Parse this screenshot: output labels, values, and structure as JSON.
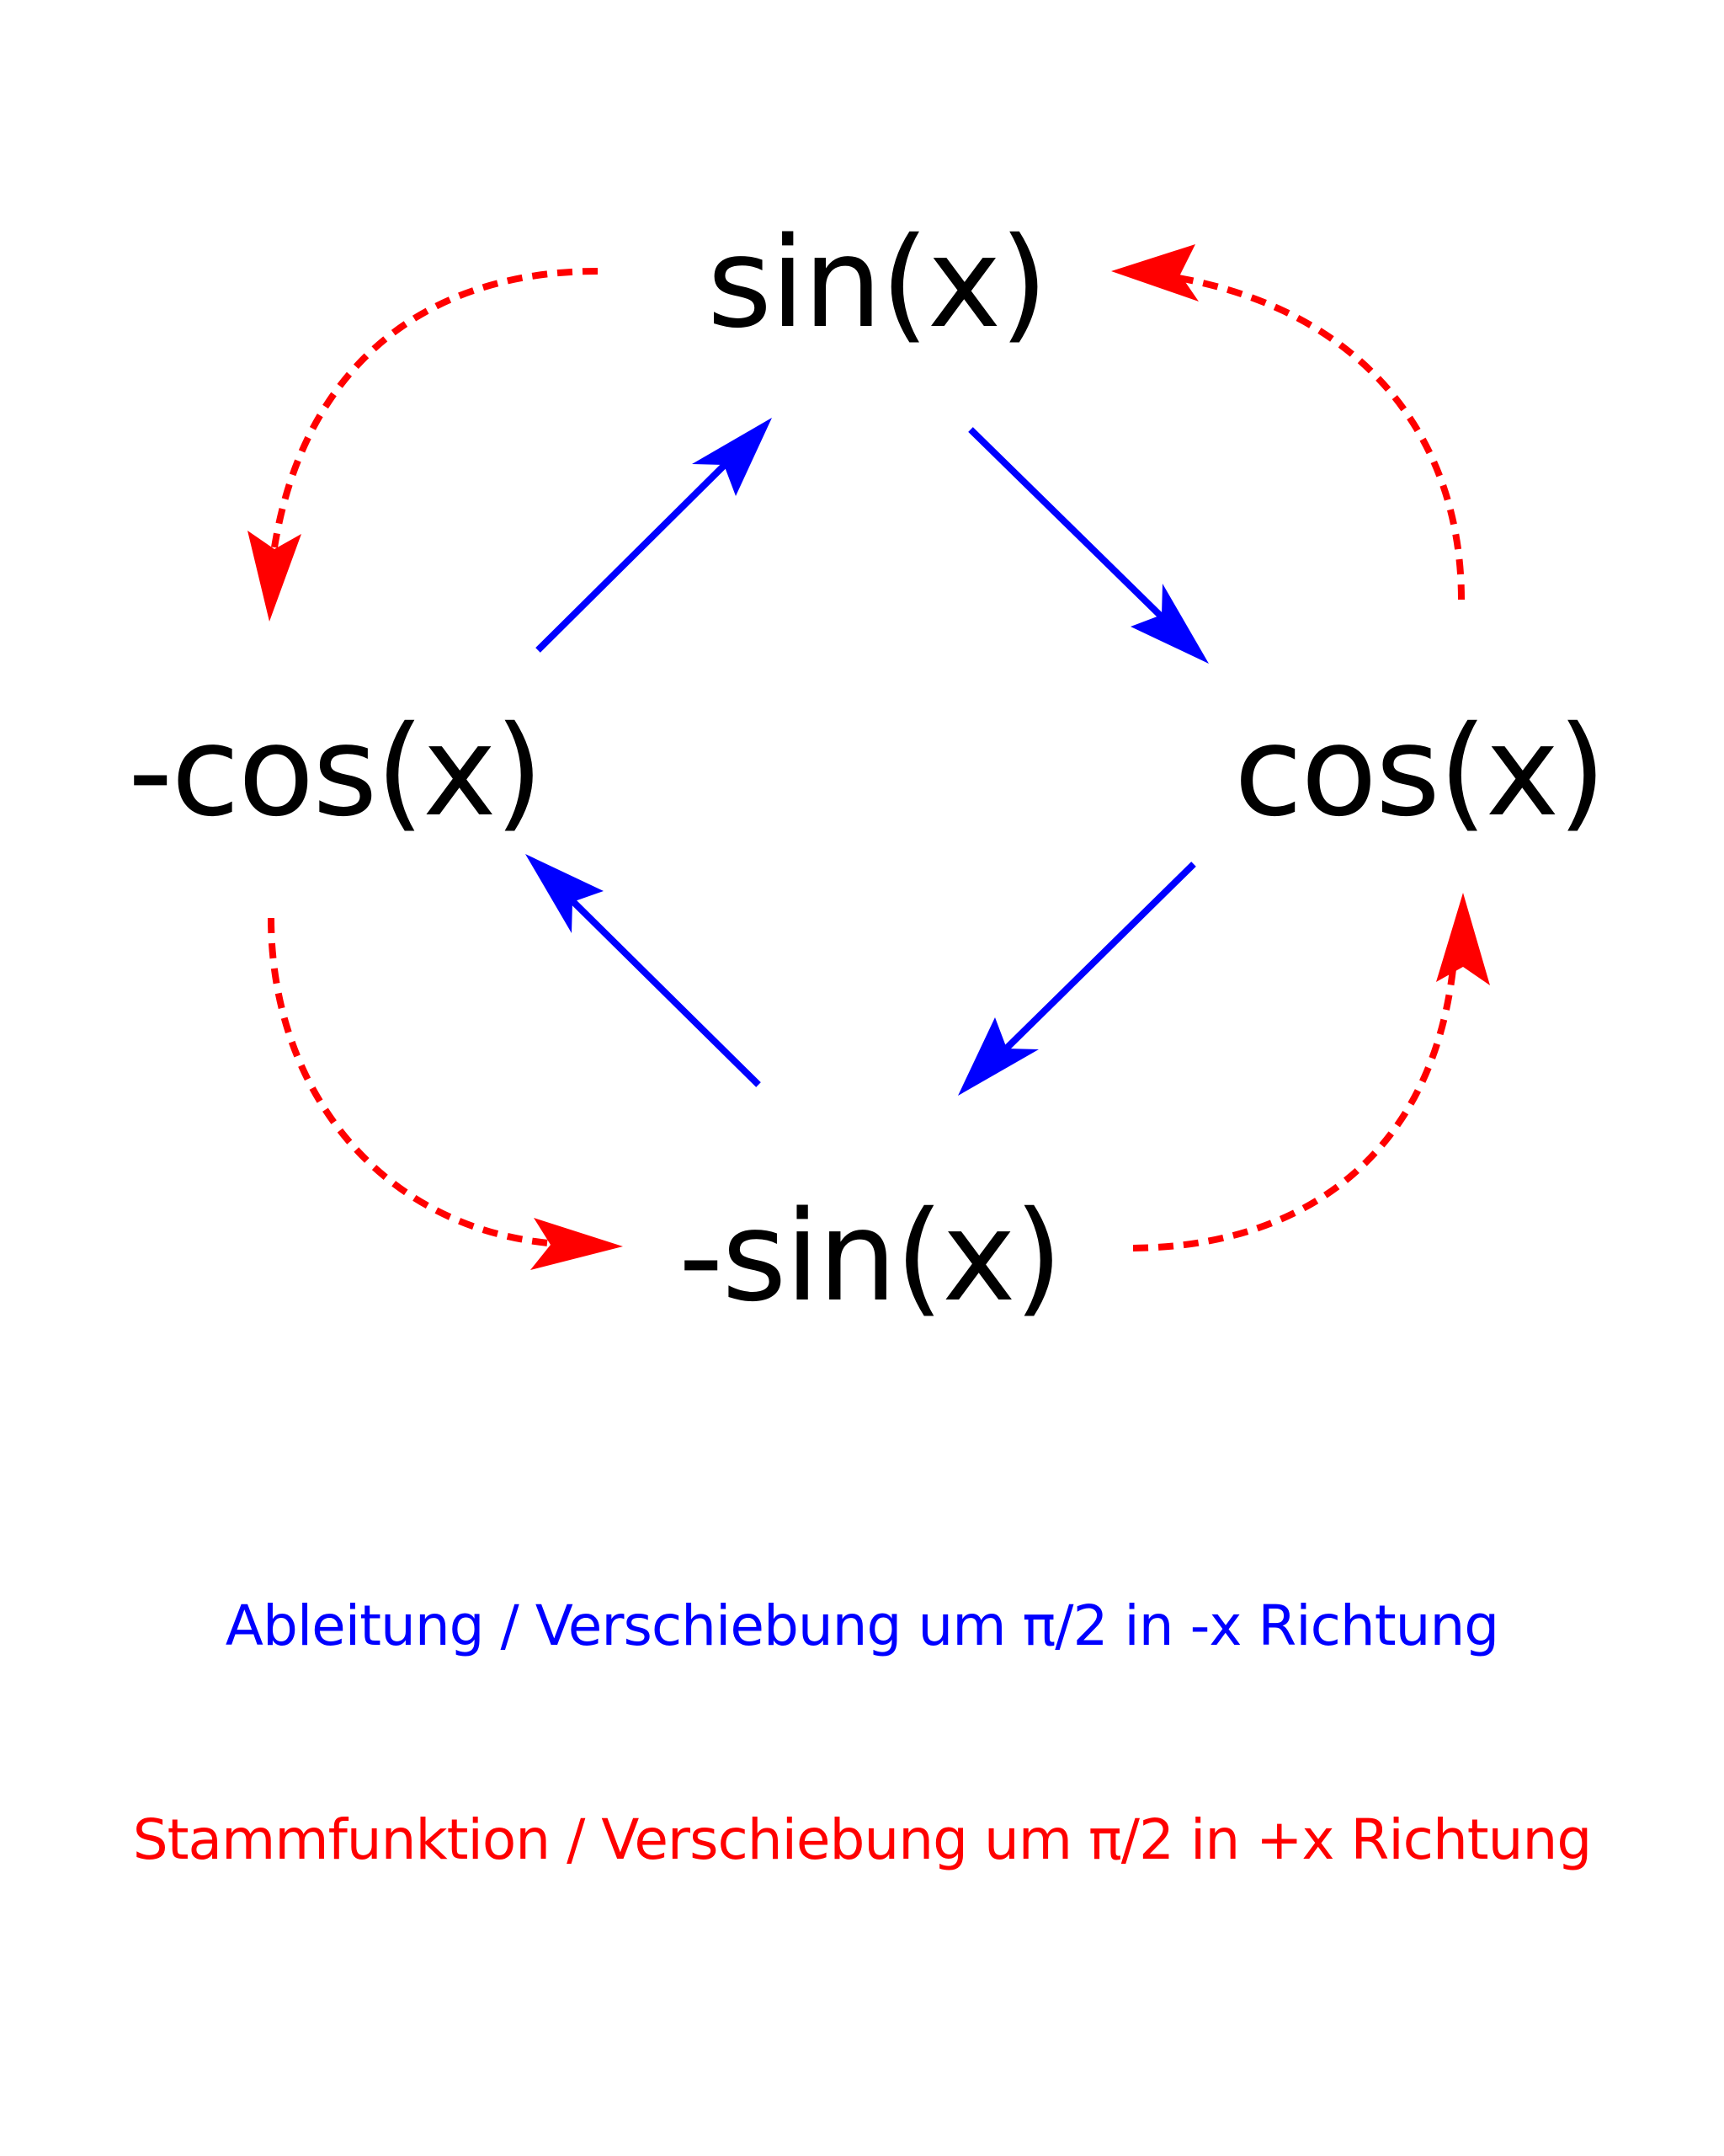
{
  "colors": {
    "derivative": "#0000ff",
    "antiderivative": "#ff0000",
    "text": "#000000",
    "background": "#ffffff"
  },
  "nodes": {
    "top": "sin(x)",
    "right": "cos(x)",
    "bottom": "-sin(x)",
    "left": "-cos(x)"
  },
  "legend": {
    "derivative": "Ableitung / Verschiebung um π/2 in -x Richtung",
    "antiderivative": "Stammfunktion / Verschiebung um π/2 in +x Richtung"
  },
  "edges": {
    "derivative": [
      {
        "from": "top",
        "to": "right"
      },
      {
        "from": "right",
        "to": "bottom"
      },
      {
        "from": "bottom",
        "to": "left"
      },
      {
        "from": "left",
        "to": "top"
      }
    ],
    "antiderivative": [
      {
        "from": "top",
        "to": "left"
      },
      {
        "from": "left",
        "to": "bottom"
      },
      {
        "from": "bottom",
        "to": "right"
      },
      {
        "from": "right",
        "to": "top"
      }
    ]
  }
}
